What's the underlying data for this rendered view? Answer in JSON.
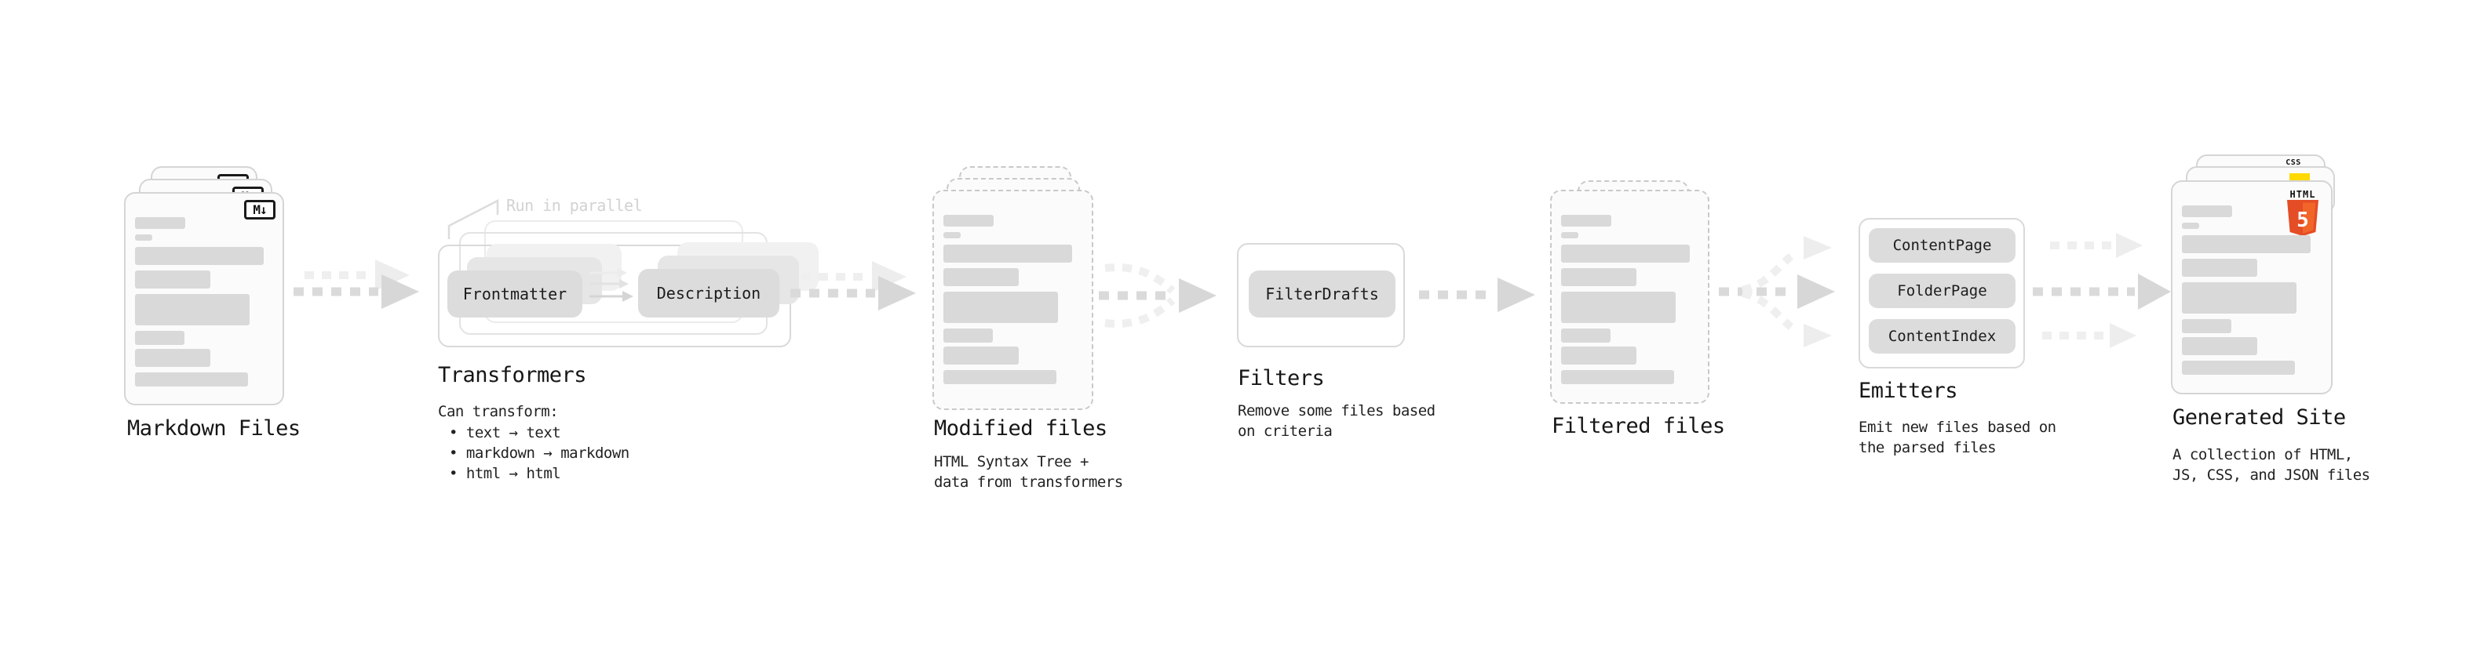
{
  "diagram": {
    "stages": {
      "markdown": {
        "label": "Markdown Files",
        "badge": "M↓"
      },
      "transformers": {
        "label": "Transformers",
        "annotation": "Run in parallel",
        "box_frontmatter": "Frontmatter",
        "box_description": "Description",
        "desc_title": "Can transform:",
        "bullets": [
          "• text → text",
          "• markdown → markdown",
          "• html → html"
        ]
      },
      "modified": {
        "label": "Modified files",
        "desc": [
          "HTML Syntax Tree +",
          "data from transformers"
        ]
      },
      "filters": {
        "label": "Filters",
        "box_filterdrafts": "FilterDrafts",
        "desc": [
          "Remove some files based",
          "on criteria"
        ]
      },
      "filtered": {
        "label": "Filtered files"
      },
      "emitters": {
        "label": "Emitters",
        "box_contentpage": "ContentPage",
        "box_folderpage": "FolderPage",
        "box_contentindex": "ContentIndex",
        "desc": [
          "Emit new files based on",
          "the parsed files"
        ]
      },
      "generated": {
        "label": "Generated Site",
        "css_badge": "CSS",
        "html_badge_label": "HTML",
        "html_badge_number": "5",
        "desc": [
          "A collection of HTML,",
          "JS, CSS, and JSON files"
        ]
      }
    },
    "colors": {
      "css_blue": "#2b66e8",
      "js_yellow": "#ffd900",
      "html_orange": "#e44d26",
      "html_orange_light": "#f16529"
    }
  }
}
